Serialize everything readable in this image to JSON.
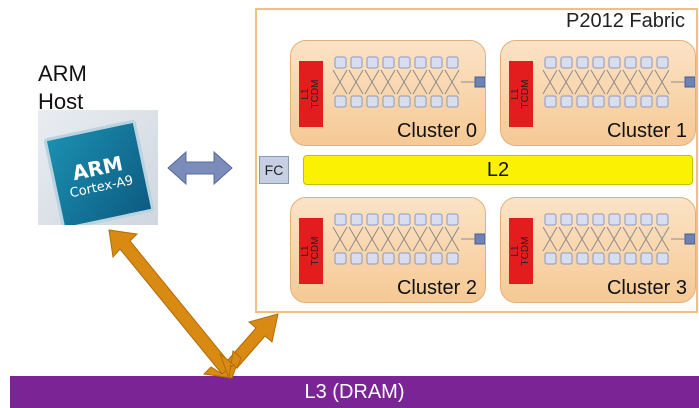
{
  "fabric": {
    "title": "P2012 Fabric"
  },
  "clusters": [
    {
      "name": "Cluster 0",
      "tcdm_label": "L1\nTCDM"
    },
    {
      "name": "Cluster 1",
      "tcdm_label": "L1\nTCDM"
    },
    {
      "name": "Cluster 2",
      "tcdm_label": "L1\nTCDM"
    },
    {
      "name": "Cluster 3",
      "tcdm_label": "L1\nTCDM"
    }
  ],
  "fc": {
    "label": "FC"
  },
  "l2": {
    "label": "L2"
  },
  "host": {
    "label_line1": "ARM",
    "label_line2": "Host",
    "chip_brand": "ARM",
    "chip_model": "Cortex-A9"
  },
  "l3": {
    "label": "L3 (DRAM)"
  },
  "colors": {
    "l2": "#fbf203",
    "l3": "#7a2496",
    "tcdm": "#e31d1d",
    "orange_arrow": "#d98a12",
    "blue_arrow": "#7b8cba"
  }
}
